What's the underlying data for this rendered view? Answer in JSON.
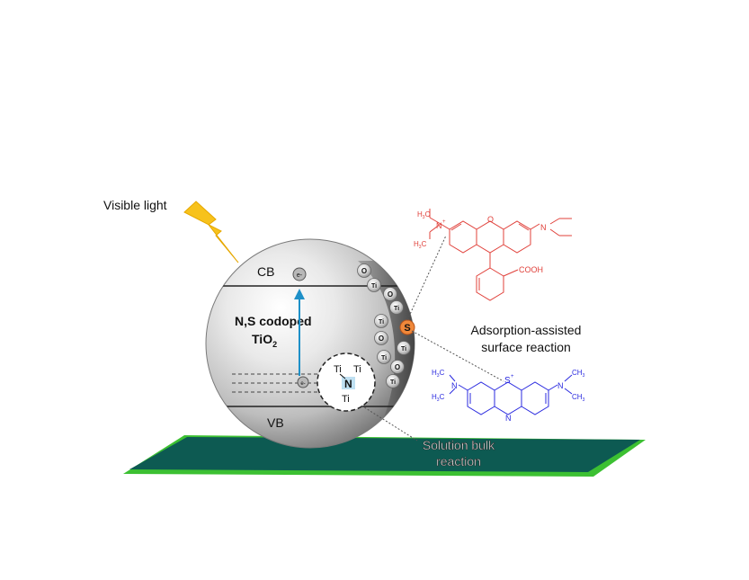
{
  "labels": {
    "visible_light": "Visible light",
    "cb": "CB",
    "vb": "VB",
    "material_line1": "N,S codoped",
    "material_line2_main": "TiO",
    "material_line2_sub": "2",
    "electron": "e-",
    "adsorption_line1": "Adsorption-assisted",
    "adsorption_line2": "surface reaction",
    "solution_line1": "Solution bulk",
    "solution_line2": "reaction"
  },
  "dopant": {
    "ti_top_left": "Ti",
    "ti_top_right": "Ti",
    "n": "N",
    "ti_bottom": "Ti"
  },
  "surface_atoms": [
    "O",
    "Ti",
    "O",
    "Ti",
    "Ti",
    "O",
    "Ti",
    "Ti",
    "O",
    "Ti"
  ],
  "sulfur": "S",
  "rhodamine": {
    "color": "#e0403a",
    "left_group_top": "H3C",
    "left_group_bottom": "H3C",
    "n_plus": "N",
    "n_right": "N",
    "acid": "COOH"
  },
  "methylene_blue": {
    "color": "#2a2adf",
    "h3c_top": "H3C",
    "h3c_bottom": "H3C",
    "n_left": "N",
    "ch3_top": "CH3",
    "ch3_bottom": "CH3",
    "n_right": "N",
    "s_plus": "S",
    "n_ring": "N"
  },
  "colors": {
    "surface_top": "#0d5a52",
    "surface_edge": "#3cc032",
    "arrow": "#1e90c8",
    "sulfur": "#f0883a",
    "bolt": "#f7c21c"
  }
}
